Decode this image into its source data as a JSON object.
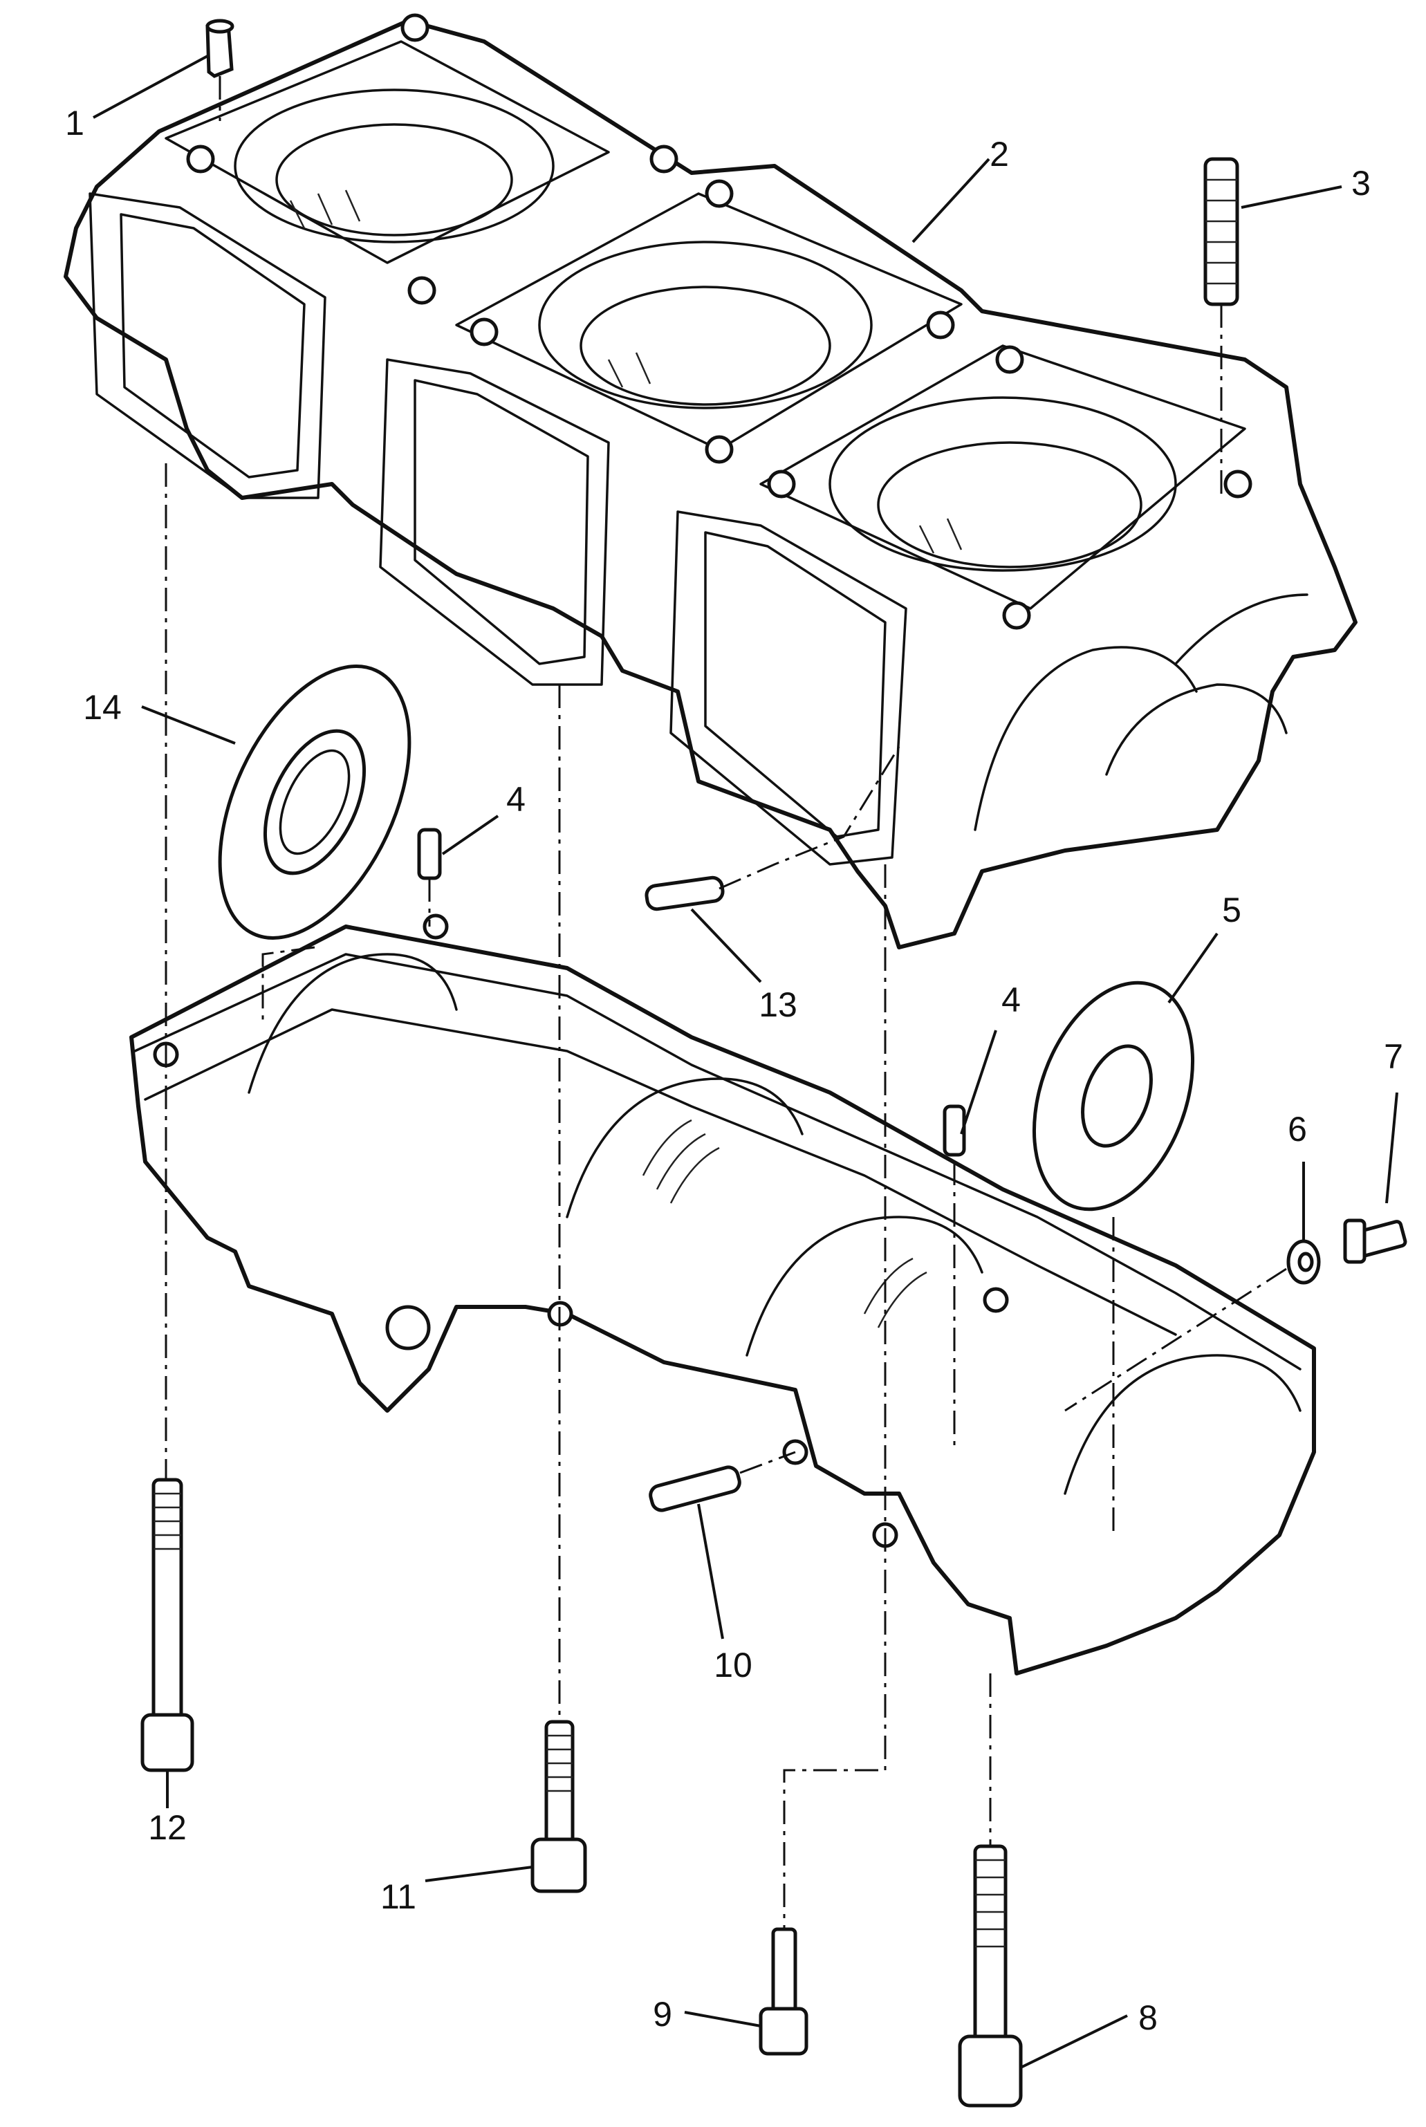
{
  "callouts": [
    {
      "id": "c1",
      "text": "1"
    },
    {
      "id": "c2",
      "text": "2"
    },
    {
      "id": "c3",
      "text": "3"
    },
    {
      "id": "c4a",
      "text": "4"
    },
    {
      "id": "c4b",
      "text": "4"
    },
    {
      "id": "c5",
      "text": "5"
    },
    {
      "id": "c6",
      "text": "6"
    },
    {
      "id": "c7",
      "text": "7"
    },
    {
      "id": "c8",
      "text": "8"
    },
    {
      "id": "c9",
      "text": "9"
    },
    {
      "id": "c10",
      "text": "10"
    },
    {
      "id": "c11",
      "text": "11"
    },
    {
      "id": "c12",
      "text": "12"
    },
    {
      "id": "c13",
      "text": "13"
    },
    {
      "id": "c14",
      "text": "14"
    }
  ],
  "colors": {
    "line": "#111111",
    "background": "#ffffff"
  }
}
